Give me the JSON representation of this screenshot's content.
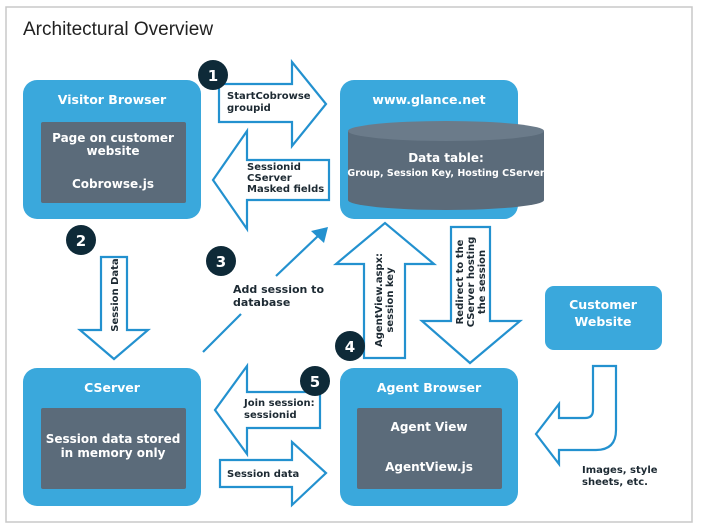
{
  "title": "Architectural Overview",
  "colors": {
    "box": "#3aa8dc",
    "inner": "#5b6b7a",
    "arrow_stroke": "#2391cf",
    "badge": "#0e2a38"
  },
  "boxes": {
    "visitor": {
      "title": "Visitor Browser",
      "inner_line1": "Page on customer",
      "inner_line2": "website",
      "inner_line3": "Cobrowse.js"
    },
    "glance": {
      "title": "www.glance.net",
      "table_title": "Data table:",
      "table_fields": "Group, Session Key, Hosting CServer"
    },
    "cserver": {
      "title": "CServer",
      "inner_line1": "Session data stored",
      "inner_line2": "in memory only"
    },
    "agent": {
      "title": "Agent Browser",
      "inner_line1": "Agent View",
      "inner_line2": "AgentView.js"
    },
    "customer": {
      "line1": "Customer",
      "line2": "Website"
    }
  },
  "arrows": {
    "start": {
      "line1": "StartCobrowse",
      "line2": "groupid"
    },
    "sessionid": {
      "line1": "Sessionid",
      "line2": "CServer",
      "line3": "Masked fields"
    },
    "session_data_down": "Session Data",
    "add_session": {
      "line1": "Add session to",
      "line2": "database"
    },
    "agentview": {
      "line1": "AgentView.aspx:",
      "line2": "session key"
    },
    "redirect": {
      "line1": "Redirect to the",
      "line2": "CServer hosting",
      "line3": "the session"
    },
    "join": {
      "line1": "Join session:",
      "line2": "sessionid"
    },
    "session_data": "Session data",
    "images": {
      "line1": "Images, style",
      "line2": "sheets, etc."
    }
  },
  "badges": [
    "1",
    "2",
    "3",
    "4",
    "5"
  ]
}
